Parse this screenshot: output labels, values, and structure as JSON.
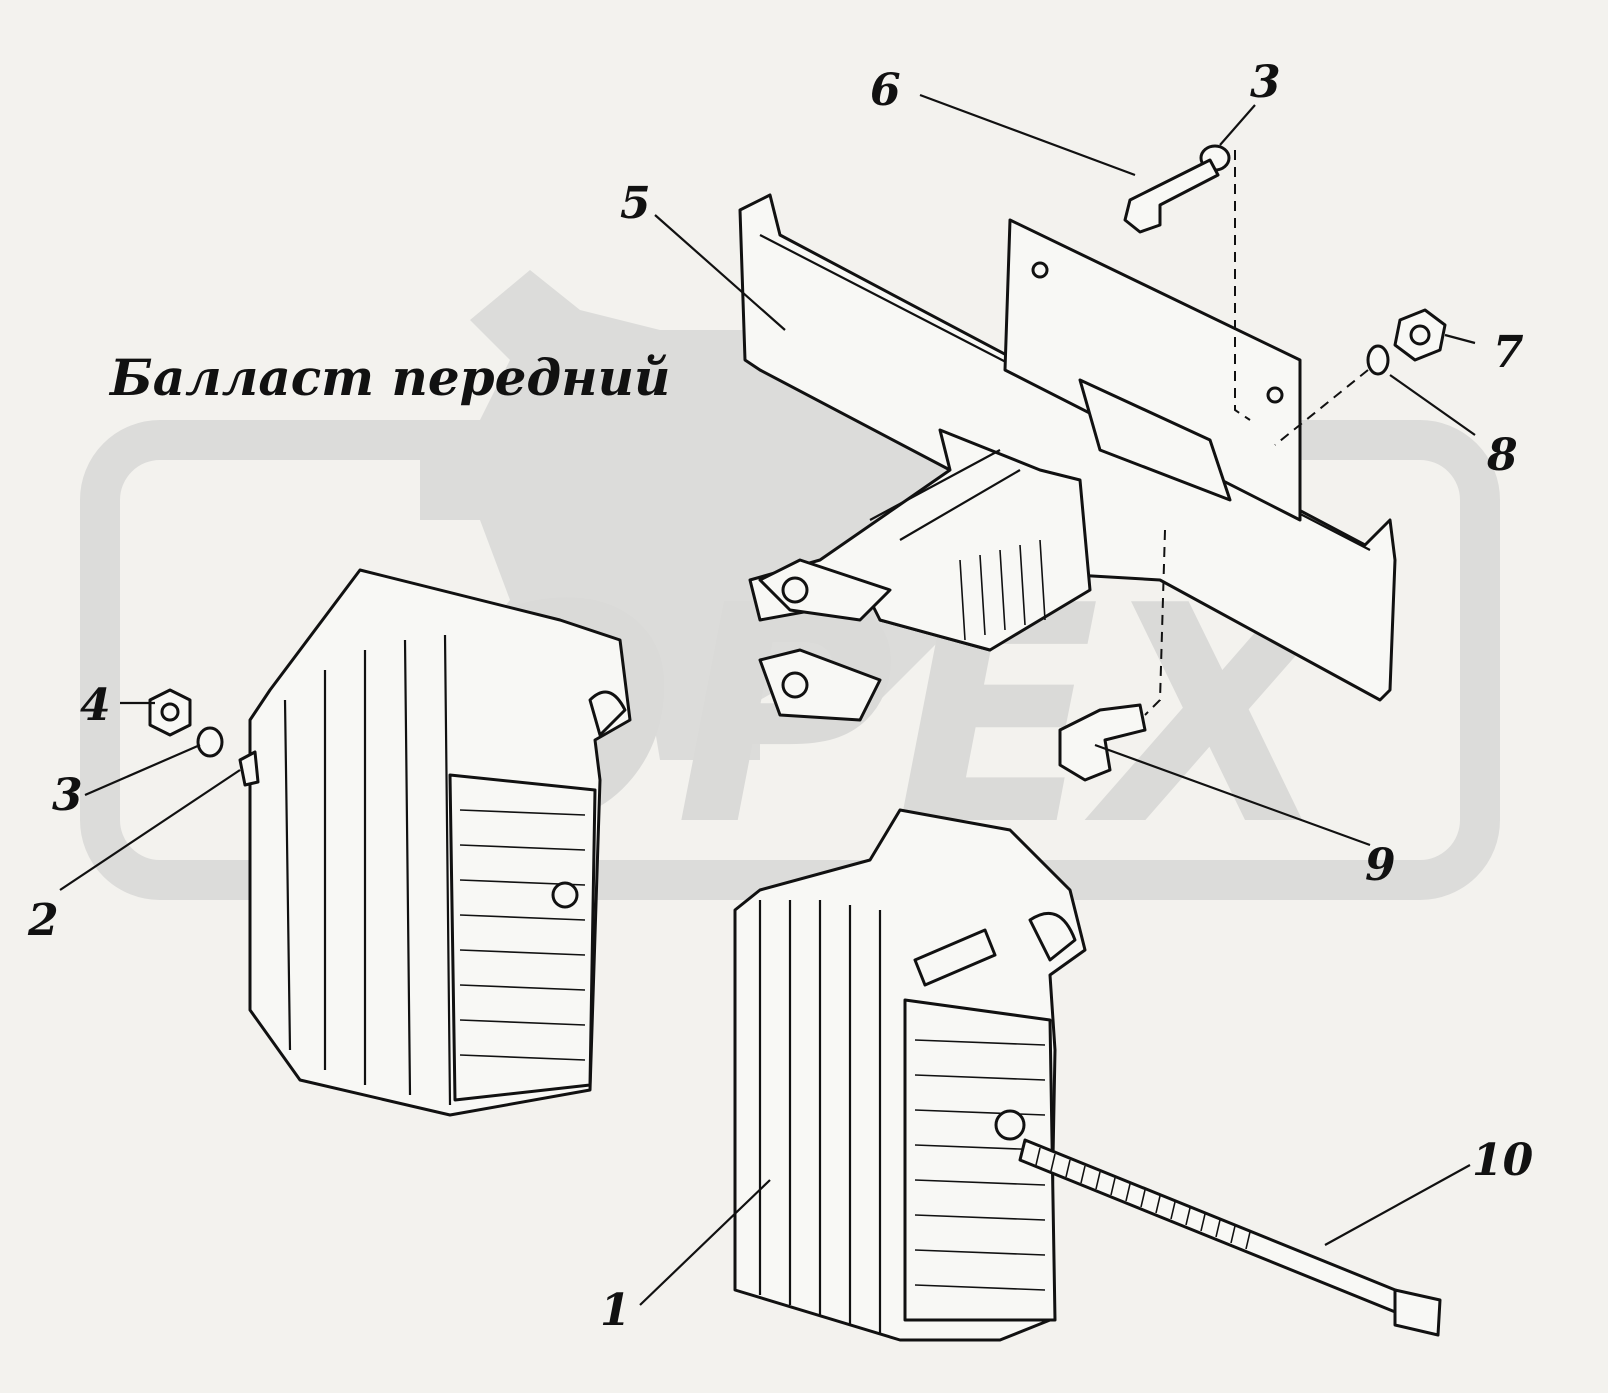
{
  "title": "Балласт передний",
  "watermark": {
    "text": "OPEX"
  },
  "callouts": [
    {
      "id": "c1",
      "text": "1"
    },
    {
      "id": "c2",
      "text": "2"
    },
    {
      "id": "c3a",
      "text": "3"
    },
    {
      "id": "c3b",
      "text": "3"
    },
    {
      "id": "c4",
      "text": "4"
    },
    {
      "id": "c5",
      "text": "5"
    },
    {
      "id": "c6",
      "text": "6"
    },
    {
      "id": "c7",
      "text": "7"
    },
    {
      "id": "c8",
      "text": "8"
    },
    {
      "id": "c9",
      "text": "9"
    },
    {
      "id": "c10",
      "text": "10"
    }
  ],
  "colors": {
    "line": "#111111",
    "background": "#f3f2ee",
    "watermark": "#dcdcda"
  }
}
